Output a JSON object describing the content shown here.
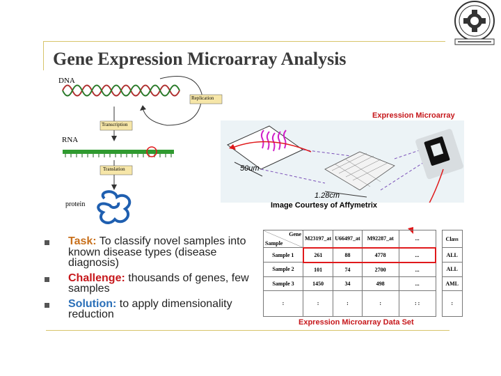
{
  "slide": {
    "title": "Gene Expression Microarray Analysis"
  },
  "diagram": {
    "dna_label": "DNA",
    "rna_label": "RNA",
    "protein_label": "protein",
    "replication_label": "Replication",
    "transcription_label": "Transcription",
    "translation_label": "Translation",
    "microarray_label": "Expression Microarray",
    "scale_small": "50um",
    "scale_large": "1.28cm",
    "courtesy": "Image Courtesy of Affymetrix"
  },
  "bullets": [
    {
      "keyword": "Task:",
      "text": " To classify novel samples into known disease types (disease diagnosis)"
    },
    {
      "keyword": "Challenge:",
      "text": " thousands of genes, few samples"
    },
    {
      "keyword": "Solution:",
      "text": " to apply dimensionality reduction"
    }
  ],
  "table": {
    "caption": "Expression Microarray Data Set",
    "corner_top": "Gene",
    "corner_bottom": "Sample",
    "genes": [
      "M23197_at",
      "U66497_at",
      "M92287_at",
      "..."
    ],
    "class_header": "Class",
    "rows": [
      {
        "sample": "Sample 1",
        "values": [
          "261",
          "88",
          "4778",
          "..."
        ],
        "class": "ALL"
      },
      {
        "sample": "Sample 2",
        "values": [
          "101",
          "74",
          "2700",
          "..."
        ],
        "class": "ALL"
      },
      {
        "sample": "Sample 3",
        "values": [
          "1450",
          "34",
          "498",
          "..."
        ],
        "class": "AML"
      },
      {
        "sample": ":",
        "values": [
          ":",
          ":",
          ":",
          ": :"
        ],
        "class": ":"
      }
    ]
  },
  "colors": {
    "title": "#3a3a3a",
    "rule": "#d7c46a",
    "task": "#c8701c",
    "challenge": "#c6171b",
    "solution": "#2a6fb8",
    "caption": "#c6171b",
    "arrow": "#e0191b"
  },
  "logo_icon": "university-seal-icon"
}
